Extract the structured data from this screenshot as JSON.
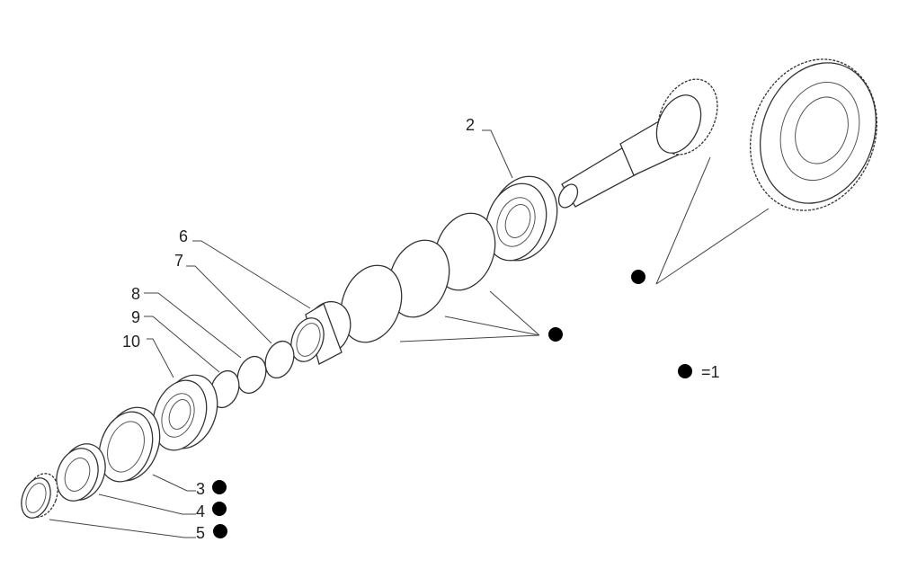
{
  "diagram": {
    "labels": [
      "2",
      "6",
      "7",
      "8",
      "9",
      "10",
      "3",
      "4",
      "5"
    ],
    "legend": {
      "symbol": "●",
      "text": "=1"
    },
    "colors": {
      "line": "#333333",
      "dot": "#000000"
    }
  }
}
